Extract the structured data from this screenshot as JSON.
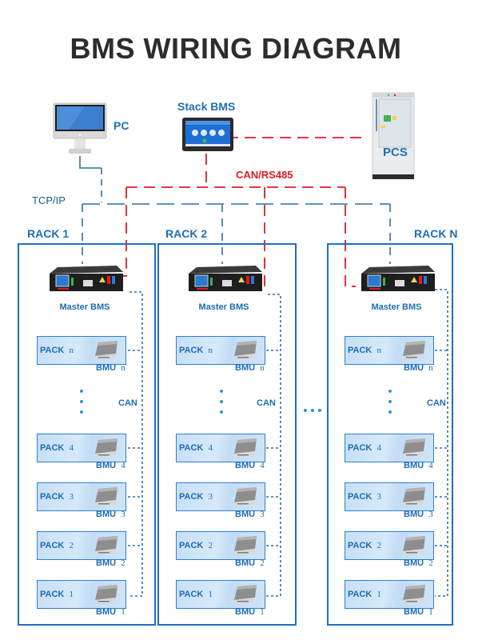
{
  "title": "BMS WIRING DIAGRAM",
  "devices": {
    "pc": {
      "label": "PC",
      "icon": "desktop-computer-icon"
    },
    "stack_bms": {
      "label": "Stack BMS",
      "icon": "touchscreen-panel-icon"
    },
    "pcs": {
      "label": "PCS",
      "icon": "power-cabinet-icon"
    }
  },
  "connections": {
    "tcp_ip": "TCP/IP",
    "can_rs485": "CAN/RS485",
    "can": "CAN"
  },
  "colors": {
    "tcp_line": "#2f6fa8",
    "can_rs485_line": "#e01b24",
    "rack_border": "#1f6fc4",
    "label_blue": "#1f6fb3",
    "title": "#2d2d2d"
  },
  "racks": [
    {
      "title": "RACK 1",
      "master_label": "Master BMS",
      "packs": [
        {
          "pack": "PACK",
          "pack_num": "n",
          "bmu": "BMU",
          "bmu_num": "n"
        },
        {
          "pack": "PACK",
          "pack_num": "4",
          "bmu": "BMU",
          "bmu_num": "4"
        },
        {
          "pack": "PACK",
          "pack_num": "3",
          "bmu": "BMU",
          "bmu_num": "3"
        },
        {
          "pack": "PACK",
          "pack_num": "2",
          "bmu": "BMU",
          "bmu_num": "2"
        },
        {
          "pack": "PACK",
          "pack_num": "1",
          "bmu": "BMU",
          "bmu_num": "1"
        }
      ]
    },
    {
      "title": "RACK 2",
      "master_label": "Master BMS",
      "packs": [
        {
          "pack": "PACK",
          "pack_num": "n",
          "bmu": "BMU",
          "bmu_num": "n"
        },
        {
          "pack": "PACK",
          "pack_num": "4",
          "bmu": "BMU",
          "bmu_num": "4"
        },
        {
          "pack": "PACK",
          "pack_num": "3",
          "bmu": "BMU",
          "bmu_num": "3"
        },
        {
          "pack": "PACK",
          "pack_num": "2",
          "bmu": "BMU",
          "bmu_num": "2"
        },
        {
          "pack": "PACK",
          "pack_num": "1",
          "bmu": "BMU",
          "bmu_num": "1"
        }
      ]
    },
    {
      "title": "RACK N",
      "master_label": "Master BMS",
      "packs": [
        {
          "pack": "PACK",
          "pack_num": "n",
          "bmu": "BMU",
          "bmu_num": "n"
        },
        {
          "pack": "PACK",
          "pack_num": "4",
          "bmu": "BMU",
          "bmu_num": "4"
        },
        {
          "pack": "PACK",
          "pack_num": "3",
          "bmu": "BMU",
          "bmu_num": "3"
        },
        {
          "pack": "PACK",
          "pack_num": "2",
          "bmu": "BMU",
          "bmu_num": "2"
        },
        {
          "pack": "PACK",
          "pack_num": "1",
          "bmu": "BMU",
          "bmu_num": "1"
        }
      ]
    }
  ]
}
